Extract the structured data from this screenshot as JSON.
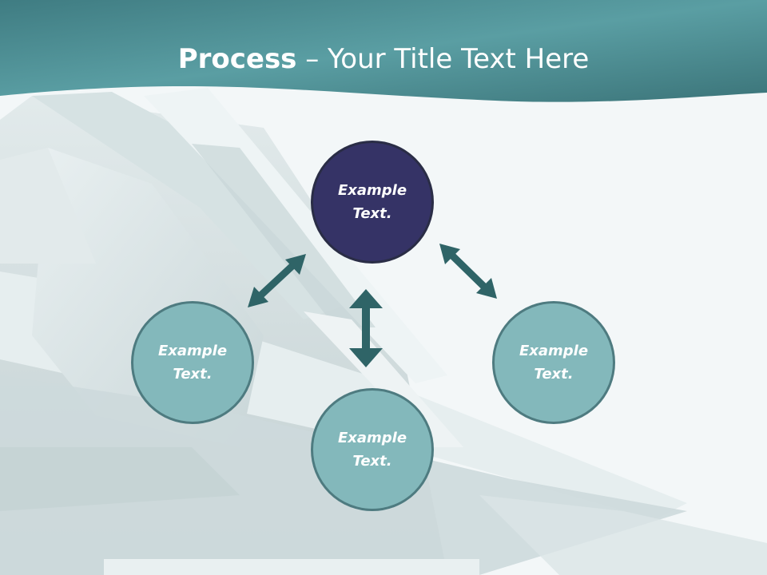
{
  "slide": {
    "title_bold": "Process",
    "title_rest": " – Your Title Text Here"
  },
  "nodes": {
    "top": "Example Text.",
    "left": "Example Text.",
    "right": "Example Text.",
    "bottom": "Example Text."
  },
  "colors": {
    "header": "#4f8f95",
    "accent_node": "#353366",
    "node": "#83b8bb",
    "arrow": "#2f6467"
  }
}
